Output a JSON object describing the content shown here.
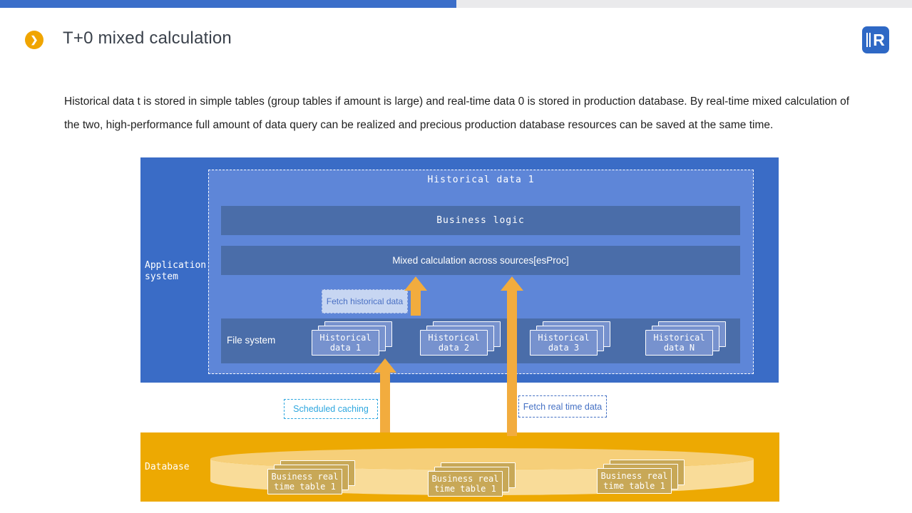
{
  "page": {
    "title": "T+0 mixed calculation",
    "chevron": "❯",
    "logo_letter": "R",
    "intro": "Historical data t is stored in simple tables (group tables if amount is large) and real-time data 0 is stored in production database. By real-time mixed calculation of the two, high-performance full amount of data query can be realized and precious production database resources can be saved at the same time."
  },
  "diagram": {
    "application_system_label": "Application system",
    "historical_data_title": "Historical data 1",
    "business_logic_label": "Business logic",
    "mixed_calculation_label": "Mixed calculation across sources[esProc]",
    "fetch_historical_label": "Fetch historical data",
    "file_system_label": "File system",
    "file_cards": [
      {
        "line1": "Historical",
        "line2": "data 1"
      },
      {
        "line1": "Historical",
        "line2": "data 2"
      },
      {
        "line1": "Historical",
        "line2": "data 3"
      },
      {
        "line1": "Historical",
        "line2": "data N"
      }
    ],
    "scheduled_caching_label": "Scheduled caching",
    "fetch_realtime_label": "Fetch real time data",
    "database_label": "Database",
    "db_cards": [
      {
        "line1": "Business real",
        "line2": "time table 1"
      },
      {
        "line1": "Business real",
        "line2": "time table 1"
      },
      {
        "line1": "Business real",
        "line2": "time table 1"
      }
    ]
  },
  "colors": {
    "topbar_blue": "#3B6EC9",
    "topbar_gray": "#EAEAEC",
    "accent_orange": "#F0A500",
    "arrow_orange": "#F2AC3E",
    "app_box_blue": "#3A6CC6",
    "inner_box_blue": "#5E86D8",
    "bar_blue": "#4A6DA9",
    "file_card_blue": "#7792CE",
    "database_orange": "#EDA902",
    "cylinder_body": "#F9DC99",
    "cylinder_top": "#F6CF79",
    "db_card_tan": "#C8A857",
    "note_cyan": "#2EA7DF",
    "note_blue": "#4470C4"
  }
}
